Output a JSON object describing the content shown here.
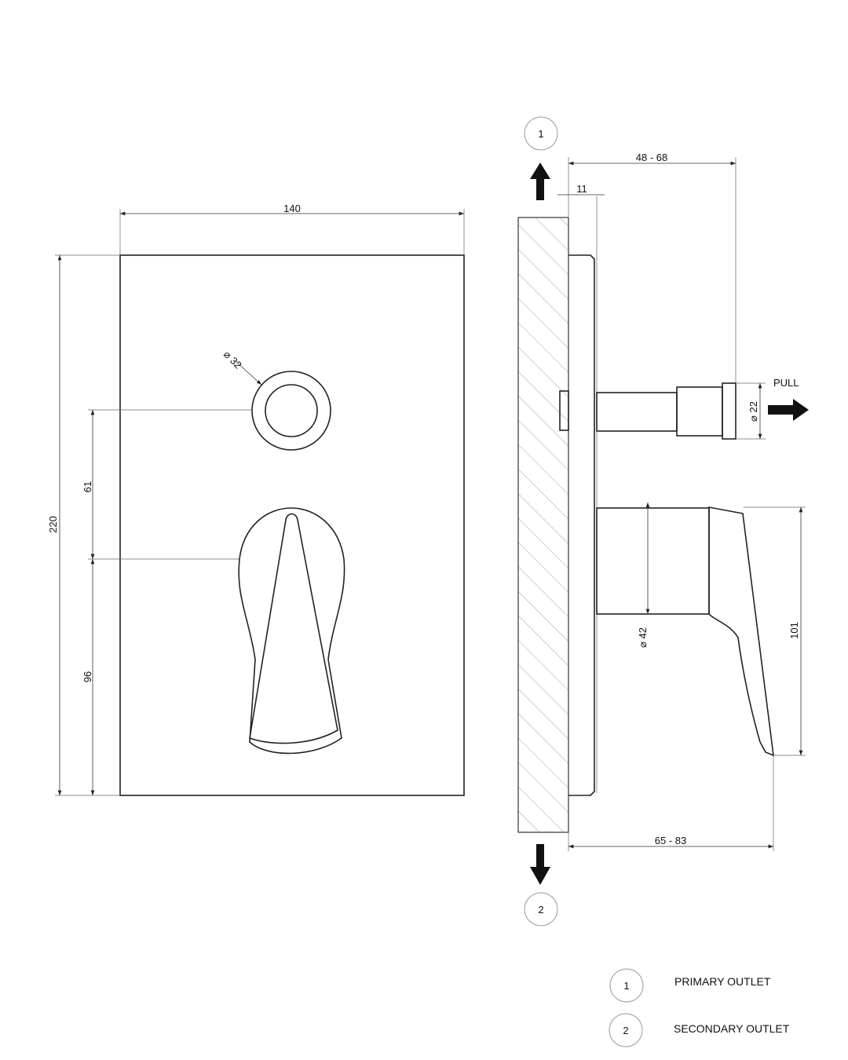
{
  "front_view": {
    "width_dim": "140",
    "height_dim": "220",
    "button_to_lever_dim": "61",
    "lever_to_bottom_dim": "96",
    "button_diameter_dim": "⌀ 32"
  },
  "side_view": {
    "projection_dim": "48 - 68",
    "plate_depth_dim": "11",
    "pull_label": "PULL",
    "pull_knob_diameter_dim": "⌀ 22",
    "lever_base_diameter_dim": "⌀ 42",
    "lever_height_dim": "101",
    "lever_projection_dim": "65 - 83",
    "outlet_top_marker": "1",
    "outlet_bottom_marker": "2"
  },
  "legend": [
    {
      "marker": "1",
      "label": "PRIMARY OUTLET"
    },
    {
      "marker": "2",
      "label": "SECONDARY OUTLET"
    }
  ]
}
